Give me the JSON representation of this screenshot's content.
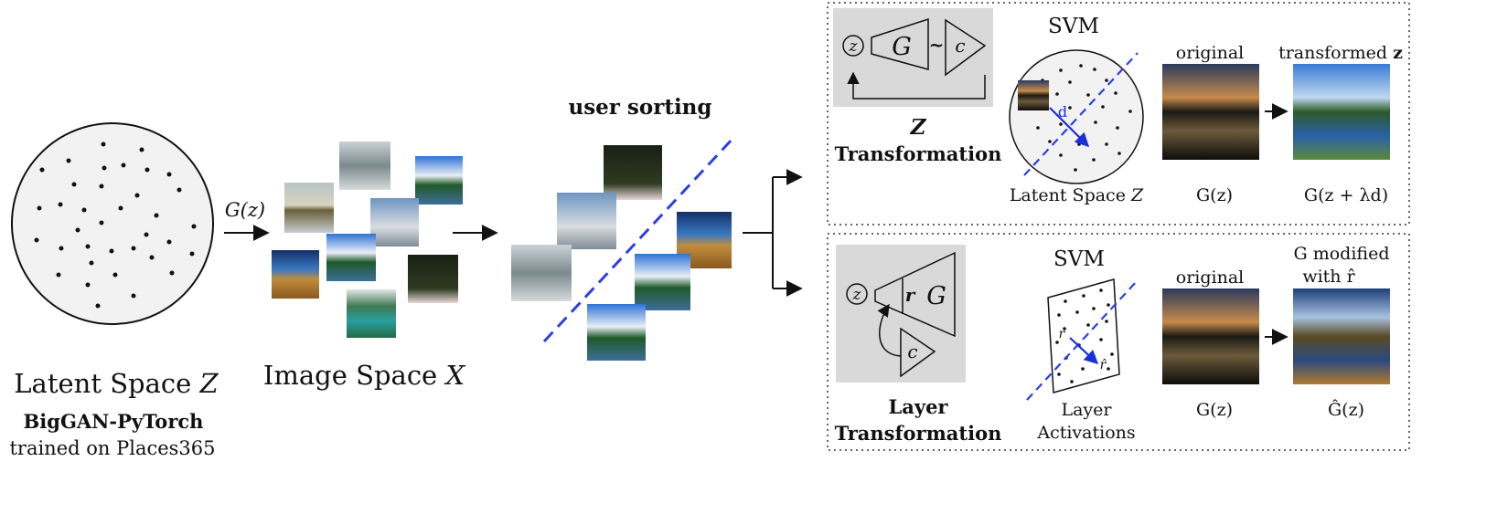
{
  "latent": {
    "title": "Latent Space ",
    "title_var": "Z",
    "model": "BigGAN-PyTorch",
    "dataset": "trained on Places365"
  },
  "image_space": {
    "title": "Image Space ",
    "title_var": "X"
  },
  "arrow1_label": "G(z)",
  "sorting": {
    "title": "user sorting"
  },
  "z_panel": {
    "c_label": "c",
    "g_label": "G",
    "tilde": "~",
    "z_label": "z",
    "caption1": "Z",
    "caption2": "Transformation",
    "svm": "SVM",
    "d_label": "d",
    "space_label": "Latent Space ",
    "space_var": "Z",
    "original": "original",
    "transformed": "transformed ",
    "transformed_var": "z",
    "gz": "G(z)",
    "gz_plus": "G(z + λd)"
  },
  "layer_panel": {
    "z_label": "z",
    "r_label": "r",
    "g_label": "G",
    "c_label": "c",
    "caption1": "Layer",
    "caption2": "Transformation",
    "svm": "SVM",
    "r_small": "r",
    "r_hat": "r̂",
    "act1": "Layer",
    "act2": "Activations",
    "original": "original",
    "mod1": "G modified",
    "mod2": "with r̂",
    "gz": "G(z)",
    "ghat": "Ĝ(z)"
  },
  "colors": {
    "dashed_blue": "#2b3fe0",
    "arrow_blue": "#1a2fd8",
    "panel_gray": "#d9d9d9",
    "circle_fill": "#f2f2f2"
  }
}
